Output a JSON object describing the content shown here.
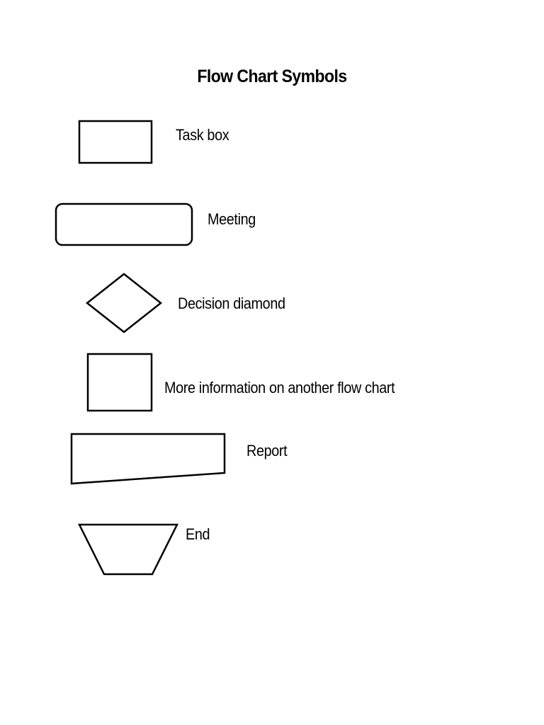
{
  "title": "Flow Chart Symbols",
  "symbols": [
    {
      "shape": "rectangle",
      "label": "Task box"
    },
    {
      "shape": "rounded-rectangle",
      "label": "Meeting"
    },
    {
      "shape": "diamond",
      "label": "Decision diamond"
    },
    {
      "shape": "square",
      "label": "More information on another flow chart"
    },
    {
      "shape": "document",
      "label": "Report"
    },
    {
      "shape": "trapezoid",
      "label": "End"
    }
  ]
}
